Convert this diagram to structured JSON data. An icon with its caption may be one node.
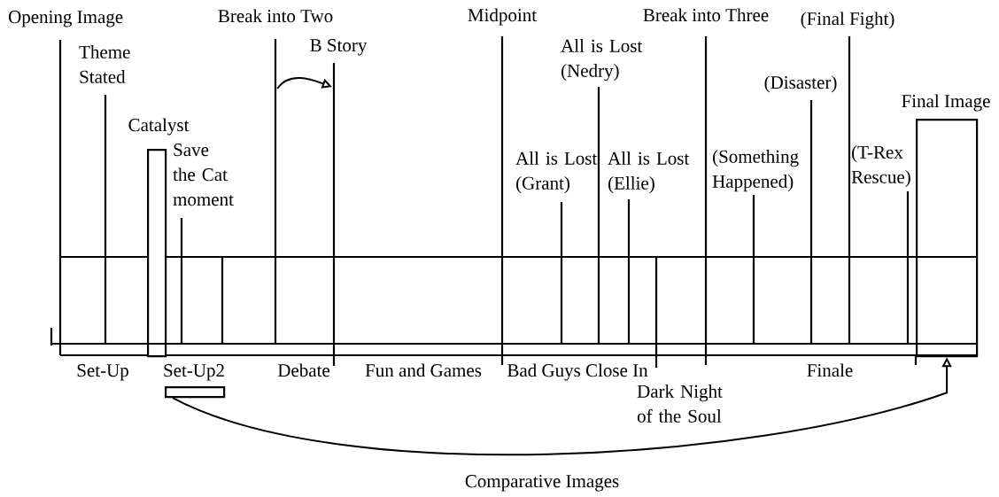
{
  "diagram": {
    "nodes": [
      {
        "text": [
          "Catalyst"
        ]
      },
      {
        "text": [],
        "shape": "bar",
        "beside": [
          "Break into Two"
        ]
      },
      {
        "text": [],
        "shape": "bar",
        "beside": [
          "B Story"
        ]
      },
      {
        "text": [
          "Final Image"
        ]
      },
      {
        "text": [],
        "shape": "box"
      }
    ],
    "edges": [
      {
        "from": 1,
        "to": 2,
        "arrow": "to"
      },
      {
        "from": 4,
        "to": 3,
        "arrow": "to",
        "label": "Comparative Images"
      }
    ],
    "labels": [
      "Opening Image",
      "Theme Stated",
      "Save the Cat moment",
      "Midpoint",
      "All is Lost (Nedry)",
      "All is Lost (Grant)",
      "All is Lost (Ellie)",
      "Break into Three",
      "(Final Fight)",
      "(Disaster)",
      "(Something Happened)",
      "(T-Rex Rescue)",
      "Set-Up",
      "Set-Up2",
      "Debate",
      "Fun and Games",
      "Bad Guys Close In",
      "Finale",
      "Dark Night of the Soul"
    ]
  }
}
